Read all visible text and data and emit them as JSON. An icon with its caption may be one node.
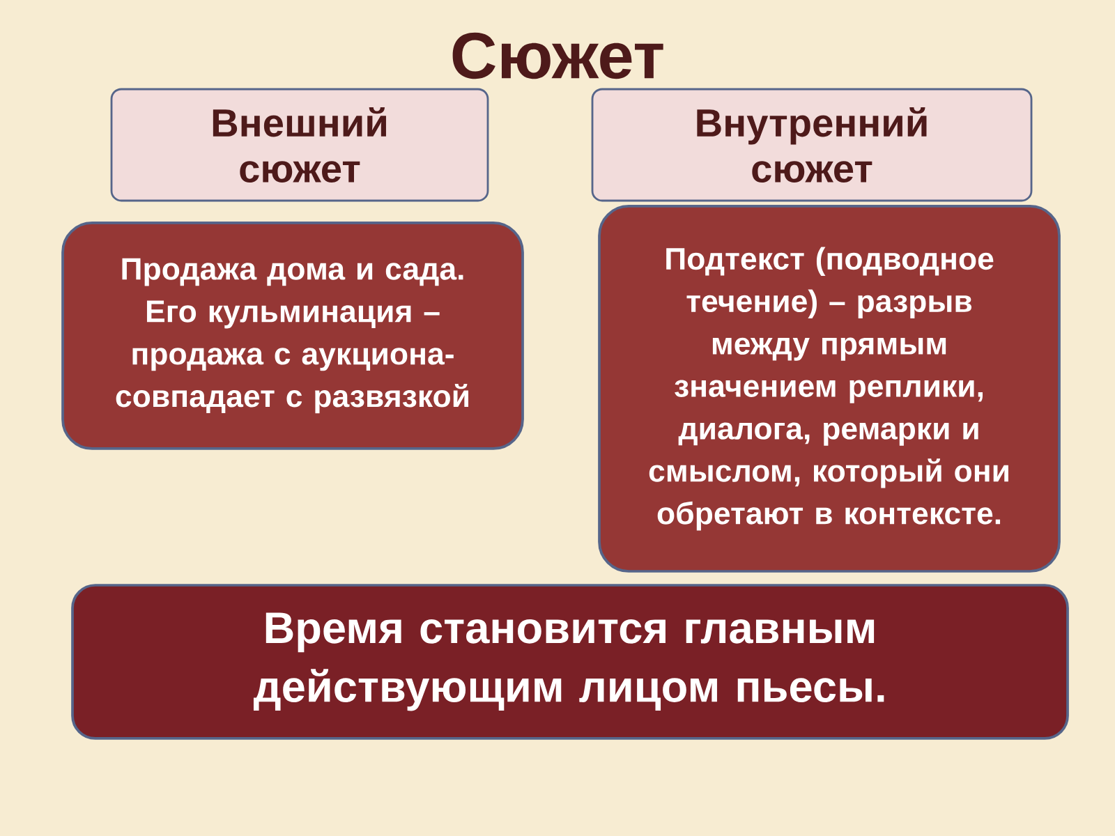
{
  "diagram": {
    "title": "Сюжет",
    "nodes": [
      {
        "text": [
          "Внешний сюжет"
        ]
      },
      {
        "text": [
          "Внутренний сюжет"
        ]
      },
      {
        "text": [
          "Продажа дома и сада. Его кульминация – продажа с аукциона- совпадает с развязкой"
        ]
      },
      {
        "text": [
          "Подтекст (подводное течение) – разрыв между прямым значением реплики, диалога, ремарки и смыслом, который они обретают в контексте."
        ]
      },
      {
        "text": [
          "Время становится главным действующим лицом пьесы."
        ]
      }
    ]
  }
}
